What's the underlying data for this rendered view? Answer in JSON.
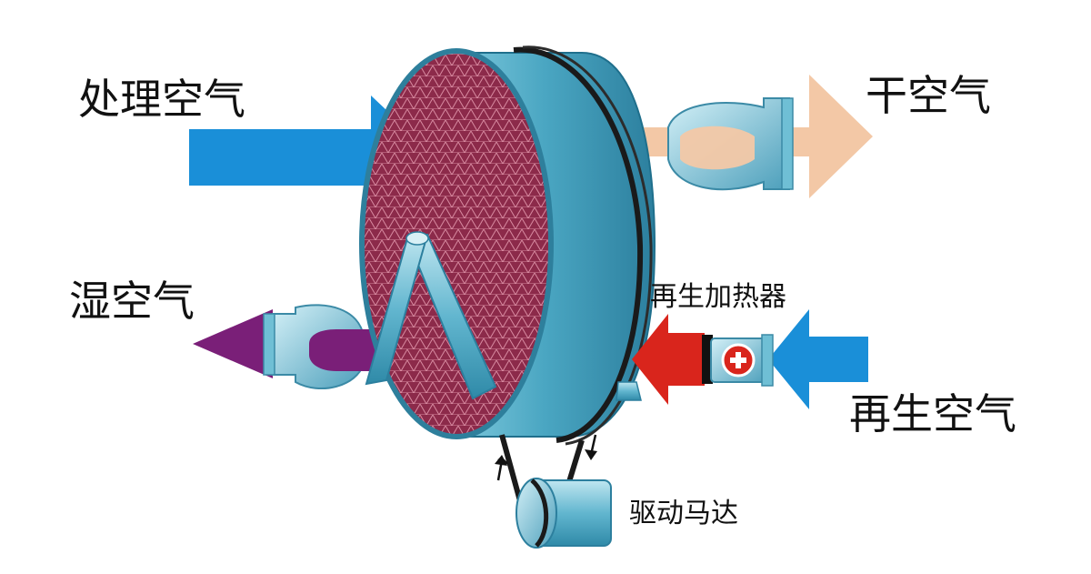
{
  "labels": {
    "process_air": "处理空气",
    "dry_air": "干空气",
    "wet_air": "湿空气",
    "regen_heater": "再生加热器",
    "regen_air": "再生空气",
    "drive_motor": "驱动马达"
  },
  "colors": {
    "process_arrow": "#1a8fd8",
    "dry_arrow": "#f3c8a6",
    "wet_arrow": "#7a1f78",
    "heater_arrow": "#d9251c",
    "regen_arrow": "#1a8fd8",
    "wheel_face": "#8c2a4a",
    "wheel_rim": "#4fb0c8",
    "belt": "#222222"
  },
  "icons": {
    "heater": "plus-circle-icon",
    "belt_direction": "arrow-icon"
  }
}
